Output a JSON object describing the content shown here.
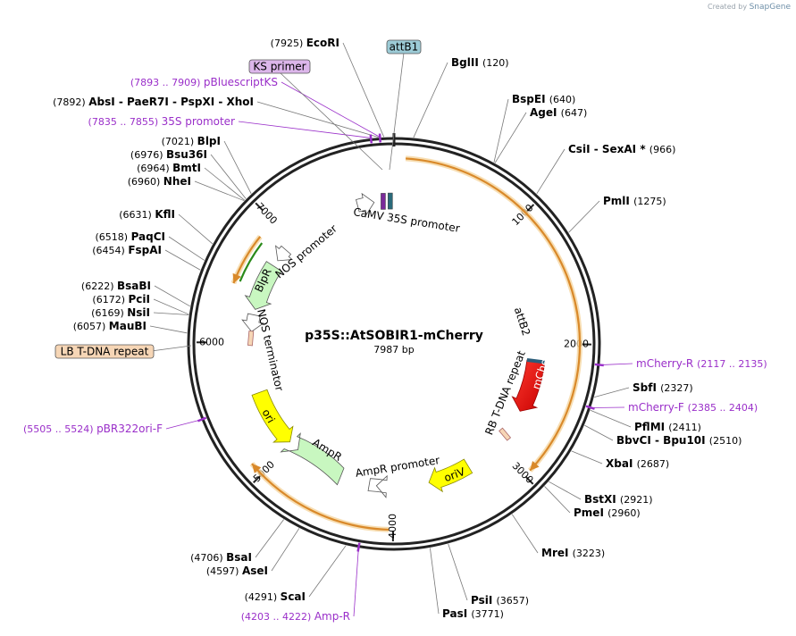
{
  "credit": {
    "prefix": "Created by",
    "brand": "SnapGene"
  },
  "plasmid": {
    "name": "p35S::AtSOBIR1-mCherry",
    "size_label": "7987 bp",
    "total_bp": 7987
  },
  "ticks": [
    {
      "pos": 1000,
      "label": "1000"
    },
    {
      "pos": 2000,
      "label": "2000"
    },
    {
      "pos": 3000,
      "label": "3000"
    },
    {
      "pos": 4000,
      "label": "4000"
    },
    {
      "pos": 5000,
      "label": "5000"
    },
    {
      "pos": 6000,
      "label": "6000"
    },
    {
      "pos": 7000,
      "label": "7000"
    }
  ],
  "sites": [
    {
      "pos": 7925,
      "name": "EcoRI",
      "coord": "(7925)"
    },
    {
      "pos": 120,
      "name": "BglII",
      "coord": "(120)"
    },
    {
      "pos": 640,
      "name": "BspEI",
      "coord": "(640)"
    },
    {
      "pos": 647,
      "name": "AgeI",
      "coord": "(647)"
    },
    {
      "pos": 966,
      "name": "CsiI  -  SexAI *",
      "coord": "(966)"
    },
    {
      "pos": 1275,
      "name": "PmlI",
      "coord": "(1275)"
    },
    {
      "pos": 2327,
      "name": "SbfI",
      "coord": "(2327)"
    },
    {
      "pos": 2411,
      "name": "PflMI",
      "coord": "(2411)"
    },
    {
      "pos": 2510,
      "name": "BbvCI  -  Bpu10I",
      "coord": "(2510)"
    },
    {
      "pos": 2687,
      "name": "XbaI",
      "coord": "(2687)"
    },
    {
      "pos": 2921,
      "name": "BstXI",
      "coord": "(2921)"
    },
    {
      "pos": 2960,
      "name": "PmeI",
      "coord": "(2960)"
    },
    {
      "pos": 3223,
      "name": "MreI",
      "coord": "(3223)"
    },
    {
      "pos": 3657,
      "name": "PsiI",
      "coord": "(3657)"
    },
    {
      "pos": 3771,
      "name": "PasI",
      "coord": "(3771)"
    },
    {
      "pos": 4291,
      "name": "ScaI",
      "coord": "(4291)"
    },
    {
      "pos": 4597,
      "name": "AseI",
      "coord": "(4597)"
    },
    {
      "pos": 4706,
      "name": "BsaI",
      "coord": "(4706)"
    },
    {
      "pos": 6057,
      "name": "MauBI",
      "coord": "(6057)"
    },
    {
      "pos": 6169,
      "name": "NsiI",
      "coord": "(6169)"
    },
    {
      "pos": 6172,
      "name": "PciI",
      "coord": "(6172)"
    },
    {
      "pos": 6222,
      "name": "BsaBI",
      "coord": "(6222)"
    },
    {
      "pos": 6454,
      "name": "FspAI",
      "coord": "(6454)"
    },
    {
      "pos": 6518,
      "name": "PaqCI",
      "coord": "(6518)"
    },
    {
      "pos": 6631,
      "name": "KflI",
      "coord": "(6631)"
    },
    {
      "pos": 6960,
      "name": "NheI",
      "coord": "(6960)"
    },
    {
      "pos": 6964,
      "name": "BmtI",
      "coord": "(6964)"
    },
    {
      "pos": 6976,
      "name": "Bsu36I",
      "coord": "(6976)"
    },
    {
      "pos": 7021,
      "name": "BlpI",
      "coord": "(7021)"
    },
    {
      "pos": 7892,
      "name": "AbsI  -  PaeR7I  -  PspXI  -  XhoI",
      "coord": "(7892)"
    }
  ],
  "primers": [
    {
      "pos": 2126,
      "name": "mCherry-R",
      "coord": "(2117 .. 2135)"
    },
    {
      "pos": 2395,
      "name": "mCherry-F",
      "coord": "(2385 .. 2404)"
    },
    {
      "pos": 4212,
      "name": "Amp-R",
      "coord": "(4203 .. 4222)"
    },
    {
      "pos": 5514,
      "name": "pBR322ori-F",
      "coord": "(5505 .. 5524)"
    },
    {
      "pos": 7845,
      "name": "35S promoter",
      "coord": "(7835 .. 7855)"
    },
    {
      "pos": 7901,
      "name": "pBluescriptKS",
      "coord": "(7893 .. 7909)"
    }
  ],
  "boxed": [
    {
      "pos": 7950,
      "name": "attB1",
      "fill": "#9ccbd6"
    },
    {
      "pos": 7900,
      "name": "KS primer",
      "fill": "#dcb6ea"
    },
    {
      "pos": 6000,
      "name": "LB T-DNA repeat",
      "fill": "#f6d6b6"
    }
  ],
  "features": [
    {
      "name": "CaMV 35S promoter",
      "kind": "promoter"
    },
    {
      "name": "NOS promoter",
      "kind": "promoter"
    },
    {
      "name": "BlpR",
      "kind": "cds"
    },
    {
      "name": "NOS terminator",
      "kind": "terminator"
    },
    {
      "name": "ori",
      "kind": "origin"
    },
    {
      "name": "AmpR",
      "kind": "cds"
    },
    {
      "name": "AmpR promoter",
      "kind": "promoter"
    },
    {
      "name": "oriV",
      "kind": "origin"
    },
    {
      "name": "RB T-DNA repeat",
      "kind": "repeat"
    },
    {
      "name": "mCherry",
      "kind": "cds"
    },
    {
      "name": "attB2",
      "kind": "site"
    }
  ],
  "colors": {
    "backbone": "#222222",
    "primer": "#9a2fc9",
    "orf": "#e8a33a",
    "mcherry": "#e8161a",
    "yellow": "#ffff00",
    "green": "#c8f7c0"
  }
}
